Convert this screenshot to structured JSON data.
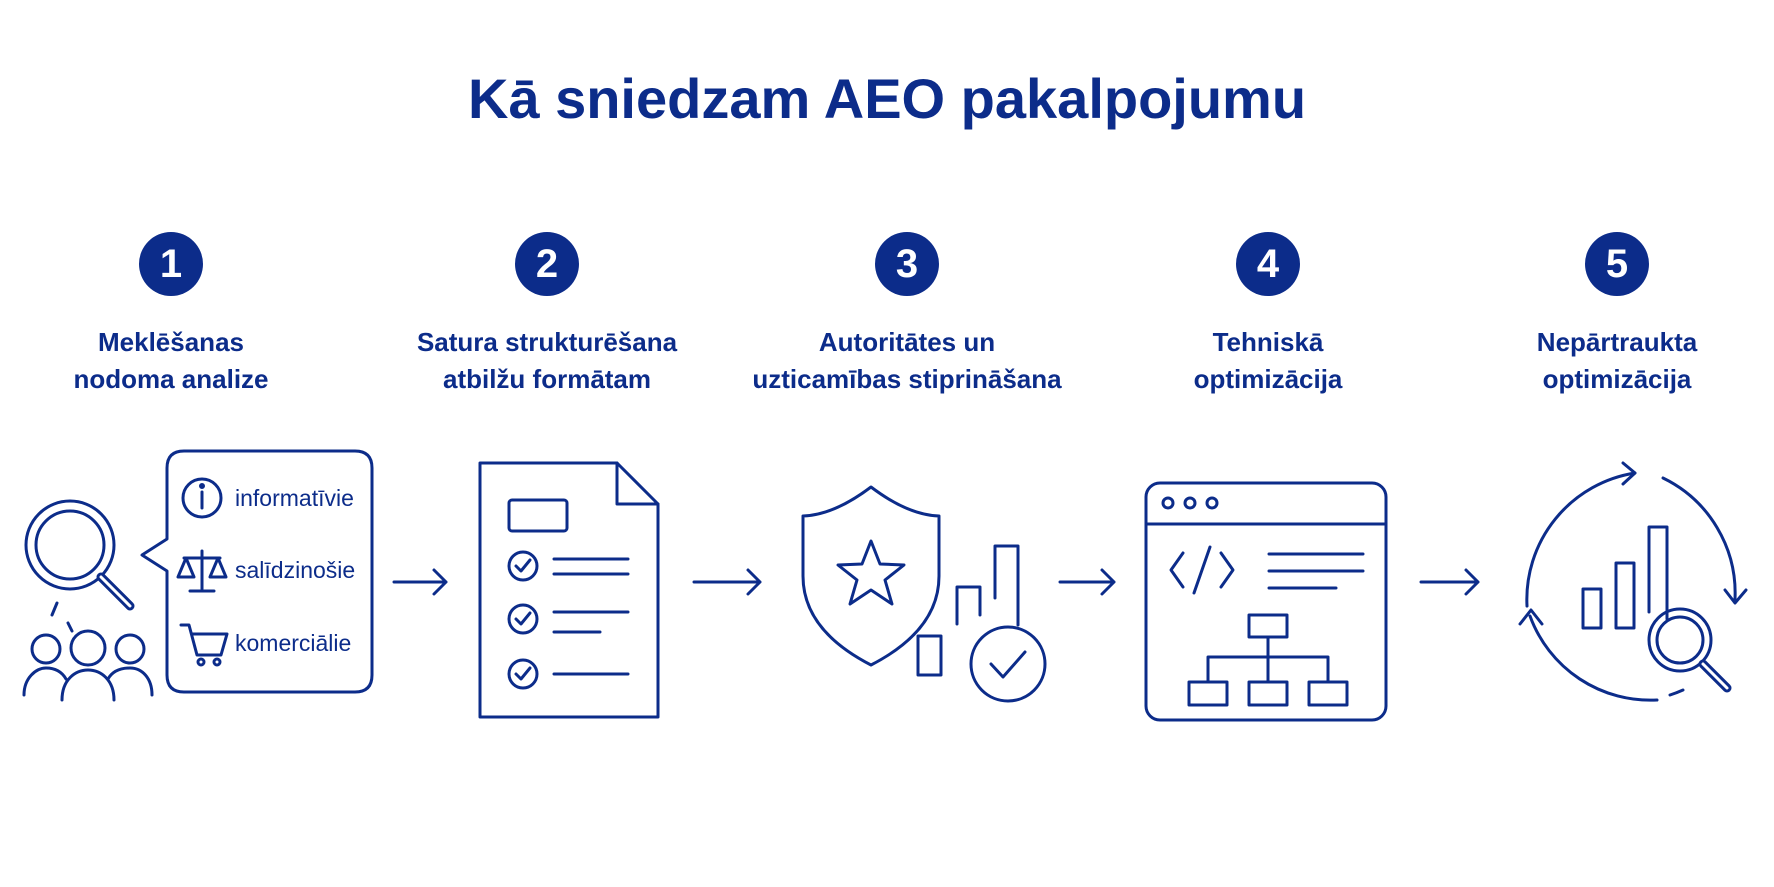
{
  "title": "Kā sniedzam AEO pakalpojumu",
  "accent_color": "#0c2c8a",
  "steps": [
    {
      "number": "1",
      "line1": "Meklēšanas",
      "line2": "nodoma analize",
      "icon": "search-intent-icon"
    },
    {
      "number": "2",
      "line1": "Satura strukturēšana",
      "line2": "atbilžu formātam",
      "icon": "document-checklist-icon"
    },
    {
      "number": "3",
      "line1": "Autoritātes un",
      "line2": "uzticamības stiprināšana",
      "icon": "shield-star-chart-icon"
    },
    {
      "number": "4",
      "line1": "Tehniskā",
      "line2": "optimizācija",
      "icon": "browser-code-sitemap-icon"
    },
    {
      "number": "5",
      "line1": "Nepārtraukta",
      "line2": "optimizācija",
      "icon": "cycle-analytics-icon"
    }
  ],
  "intent_categories": [
    {
      "label": "informatīvie",
      "icon": "info-icon"
    },
    {
      "label": "salīdzinošie",
      "icon": "scales-icon"
    },
    {
      "label": "komerciālie",
      "icon": "cart-icon"
    }
  ]
}
